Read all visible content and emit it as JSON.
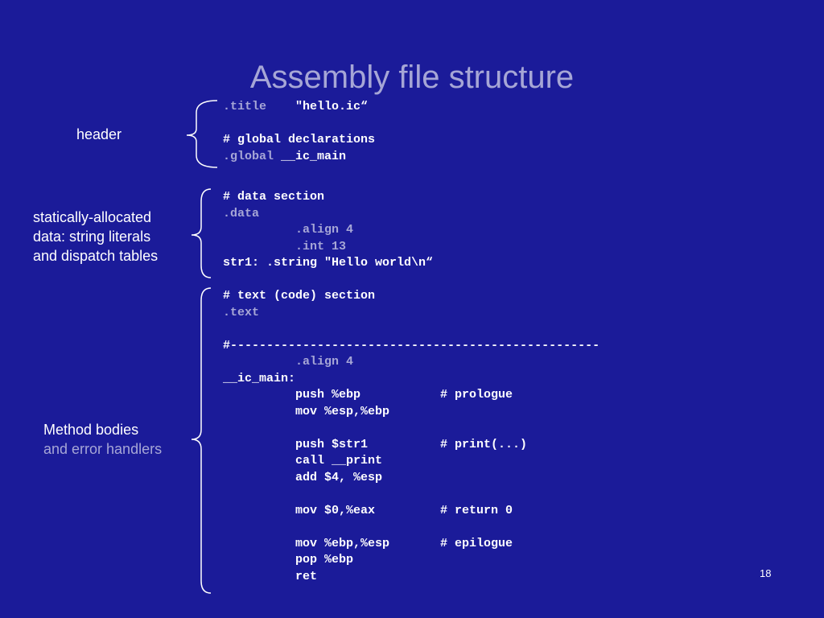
{
  "slide": {
    "title": "Assembly file structure",
    "page_number": "18"
  },
  "labels": {
    "header": "header",
    "data_line1": "statically-allocated",
    "data_line2": "data: string literals",
    "data_line3": "and dispatch tables",
    "text_line1": "Method bodies",
    "text_line2": "and error handlers"
  },
  "code": {
    "header": [
      [
        ".title",
        "    \"hello.ic“"
      ],
      [
        "",
        ""
      ],
      [
        "",
        "# global declarations"
      ],
      [
        ".global",
        " __ic_main"
      ]
    ],
    "data": [
      [
        "",
        "# data section"
      ],
      [
        ".data",
        ""
      ],
      [
        "          .align 4",
        ""
      ],
      [
        "          .int 13",
        ""
      ],
      [
        "",
        "str1: .string \"Hello world\\n“"
      ]
    ],
    "text": [
      [
        "",
        "# text (code) section"
      ],
      [
        ".text",
        ""
      ],
      [
        "",
        ""
      ],
      [
        "",
        "#---------------------------------------------------"
      ],
      [
        "          .align 4",
        ""
      ],
      [
        "",
        "__ic_main:"
      ],
      [
        "",
        "          push %ebp           # prologue"
      ],
      [
        "",
        "          mov %esp,%ebp"
      ],
      [
        "",
        ""
      ],
      [
        "",
        "          push $str1          # print(...)"
      ],
      [
        "",
        "          call __print"
      ],
      [
        "",
        "          add $4, %esp"
      ],
      [
        "",
        ""
      ],
      [
        "",
        "          mov $0,%eax         # return 0"
      ],
      [
        "",
        ""
      ],
      [
        "",
        "          mov %ebp,%esp       # epilogue"
      ],
      [
        "",
        "          pop %ebp"
      ],
      [
        "",
        "          ret"
      ]
    ]
  },
  "colors": {
    "background": "#1b1b99",
    "text": "#ffffff",
    "muted": "#a6a6d6"
  }
}
